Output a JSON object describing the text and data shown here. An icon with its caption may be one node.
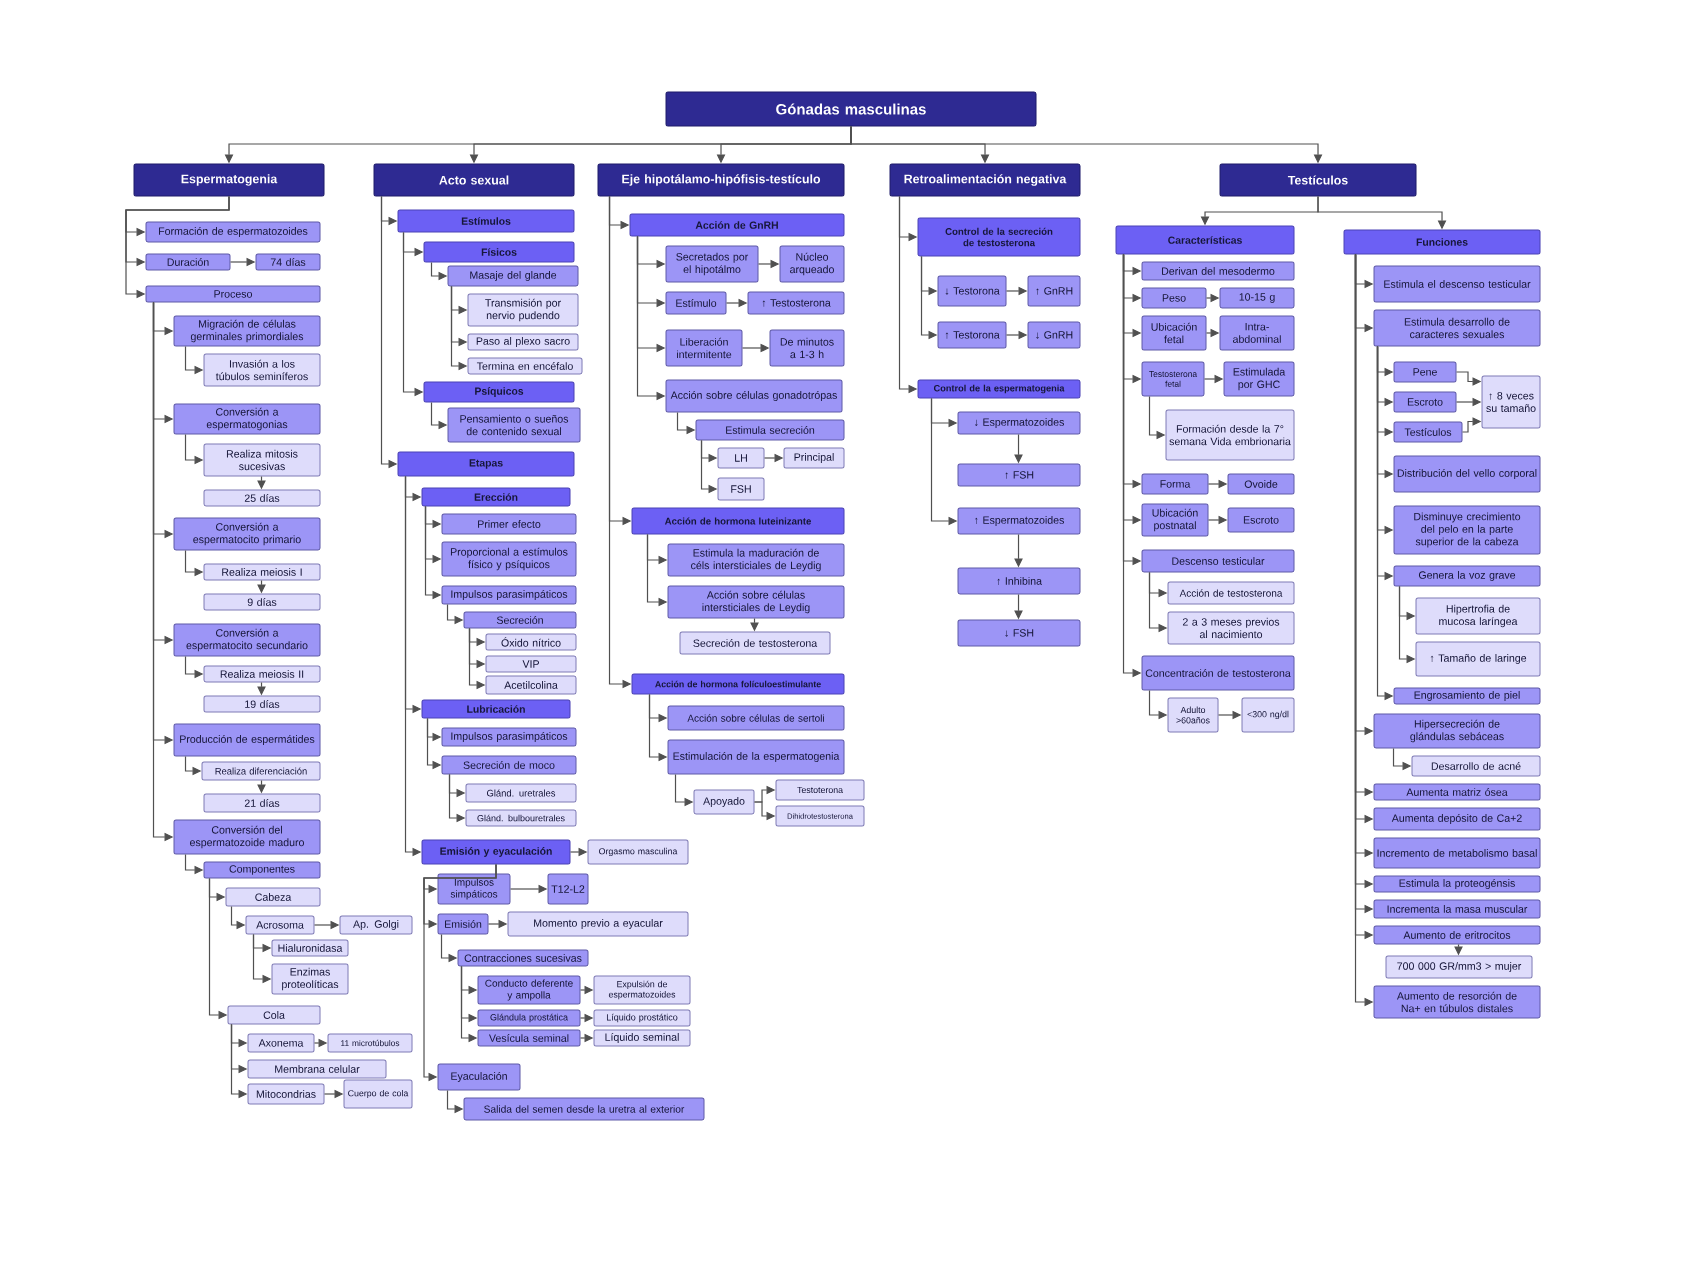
{
  "diagram": {
    "nodes": [
      {
        "text": [
          "Gónadas masculinas"
        ]
      },
      {
        "text": [
          "Espermatogenia"
        ]
      },
      {
        "text": [
          "Formación de espermatozoides"
        ]
      },
      {
        "text": [
          "Duración"
        ]
      },
      {
        "text": [
          "74 días"
        ]
      },
      {
        "text": [
          "Proceso"
        ]
      },
      {
        "text": [
          "Migración de células germinales primordiales"
        ]
      },
      {
        "text": [
          "Invasión a los túbulos seminíferos"
        ]
      },
      {
        "text": [
          "Conversión a espermatogonias"
        ]
      },
      {
        "text": [
          "Realiza mitosis sucesivas"
        ]
      },
      {
        "text": [
          "25 días"
        ]
      },
      {
        "text": [
          "Conversión a espermatocito primario"
        ]
      },
      {
        "text": [
          "Realiza meiosis I"
        ]
      },
      {
        "text": [
          "9 días"
        ]
      },
      {
        "text": [
          "Conversión a espermatocito secundario"
        ]
      },
      {
        "text": [
          "Realiza meiosis II"
        ]
      },
      {
        "text": [
          "19 días"
        ]
      },
      {
        "text": [
          "Producción de espermátides"
        ]
      },
      {
        "text": [
          "Realiza diferenciación"
        ]
      },
      {
        "text": [
          "21 días"
        ]
      },
      {
        "text": [
          "Conversión del espermatozoide maduro"
        ]
      },
      {
        "text": [
          "Componentes"
        ]
      },
      {
        "text": [
          "Cabeza"
        ]
      },
      {
        "text": [
          "Acrosoma"
        ]
      },
      {
        "text": [
          "Ap. Golgi"
        ]
      },
      {
        "text": [
          "Hialuronidasa"
        ]
      },
      {
        "text": [
          "Enzimas proteolíticas"
        ]
      },
      {
        "text": [
          "Cola"
        ]
      },
      {
        "text": [
          "Axonema"
        ]
      },
      {
        "text": [
          "11 microtúbulos"
        ]
      },
      {
        "text": [
          "Membrana celular"
        ]
      },
      {
        "text": [
          "Mitocondrias"
        ]
      },
      {
        "text": [
          "Cuerpo de cola"
        ]
      },
      {
        "text": [
          "Acto sexual"
        ]
      },
      {
        "text": [
          "Estímulos"
        ]
      },
      {
        "text": [
          "Físicos"
        ]
      },
      {
        "text": [
          "Masaje del glande"
        ]
      },
      {
        "text": [
          "Transmisión por nervio pudendo"
        ]
      },
      {
        "text": [
          "Paso al plexo sacro"
        ]
      },
      {
        "text": [
          "Termina en encéfalo"
        ]
      },
      {
        "text": [
          "Psíquicos"
        ]
      },
      {
        "text": [
          "Pensamiento o sueños de contenido sexual"
        ]
      },
      {
        "text": [
          "Etapas"
        ]
      },
      {
        "text": [
          "Erección"
        ]
      },
      {
        "text": [
          "Primer efecto"
        ]
      },
      {
        "text": [
          "Proporcional a estímulos físico y psíquicos"
        ]
      },
      {
        "text": [
          "Impulsos parasimpáticos"
        ]
      },
      {
        "text": [
          "Secreción"
        ]
      },
      {
        "text": [
          "Óxido nítrico"
        ]
      },
      {
        "text": [
          "VIP"
        ]
      },
      {
        "text": [
          "Acetilcolina"
        ]
      },
      {
        "text": [
          "Lubricación"
        ]
      },
      {
        "text": [
          "Impulsos parasimpáticos"
        ]
      },
      {
        "text": [
          "Secreción de moco"
        ]
      },
      {
        "text": [
          "Glánd. uretrales"
        ]
      },
      {
        "text": [
          "Glánd. bulbouretrales"
        ]
      },
      {
        "text": [
          "Emisión y eyaculación"
        ]
      },
      {
        "text": [
          "Orgasmo masculina"
        ]
      },
      {
        "text": [
          "Impulsos simpáticos"
        ]
      },
      {
        "text": [
          "T12-L2"
        ]
      },
      {
        "text": [
          "Emisión"
        ]
      },
      {
        "text": [
          "Momento previo a eyacular"
        ]
      },
      {
        "text": [
          "Contracciones sucesivas"
        ]
      },
      {
        "text": [
          "Conducto deferente y ampolla"
        ]
      },
      {
        "text": [
          "Expulsión de espermatozoides"
        ]
      },
      {
        "text": [
          "Glándula prostática"
        ]
      },
      {
        "text": [
          "Líquido prostático"
        ]
      },
      {
        "text": [
          "Vesícula seminal"
        ]
      },
      {
        "text": [
          "Líquido seminal"
        ]
      },
      {
        "text": [
          "Eyaculación"
        ]
      },
      {
        "text": [
          "Salida del semen desde la uretra al exterior"
        ]
      },
      {
        "text": [
          "Eje hipotálamo-hipófisis-testículo"
        ]
      },
      {
        "text": [
          "Acción de GnRH"
        ]
      },
      {
        "text": [
          "Secretados por el hipotálmo"
        ]
      },
      {
        "text": [
          "Núcleo arqueado"
        ]
      },
      {
        "text": [
          "Estímulo"
        ]
      },
      {
        "text": [
          "**↑** Testosterona"
        ]
      },
      {
        "text": [
          "Liberación intermitente"
        ]
      },
      {
        "text": [
          "De minutos a 1-3 h"
        ]
      },
      {
        "text": [
          "Acción sobre células gonadotrópas"
        ]
      },
      {
        "text": [
          "Estimula secreción"
        ]
      },
      {
        "text": [
          "LH"
        ]
      },
      {
        "text": [
          "Principal"
        ]
      },
      {
        "text": [
          "FSH"
        ]
      },
      {
        "text": [
          "Acción de hormona luteinizante"
        ]
      },
      {
        "text": [
          "Estimula la maduración de céls intersticiales de Leydig"
        ]
      },
      {
        "text": [
          "Acción sobre células intersticiales de Leydig"
        ]
      },
      {
        "text": [
          "Secreción de testosterona"
        ]
      },
      {
        "text": [
          "Acción de hormona folículoestimulante"
        ]
      },
      {
        "text": [
          "Acción sobre células de sertoli"
        ]
      },
      {
        "text": [
          "Estimulación de la espermatogenia"
        ]
      },
      {
        "text": [
          "Apoyado"
        ]
      },
      {
        "text": [
          "Testoterona"
        ]
      },
      {
        "text": [
          "Dihidrotestosterona"
        ]
      },
      {
        "text": [
          "Retroalimentación negativa"
        ]
      },
      {
        "text": [
          "Control de la secreción de testosterona"
        ]
      },
      {
        "text": [
          "**↓** Testorona"
        ]
      },
      {
        "text": [
          "**↑** GnRH"
        ]
      },
      {
        "text": [
          "**↑** Testorona"
        ]
      },
      {
        "text": [
          "**↓** GnRH"
        ]
      },
      {
        "text": [
          "Control de la espermatogenia"
        ]
      },
      {
        "text": [
          "**↓** Espermatozoides"
        ]
      },
      {
        "text": [
          "**↑** FSH"
        ]
      },
      {
        "text": [
          "**↑** Espermatozoides"
        ]
      },
      {
        "text": [
          "**↑** Inhibina"
        ]
      },
      {
        "text": [
          "**↓** FSH"
        ]
      },
      {
        "text": [
          "Testículos"
        ]
      },
      {
        "text": [
          "Características"
        ]
      },
      {
        "text": [
          "Derivan del mesodermo"
        ]
      },
      {
        "text": [
          "Peso"
        ]
      },
      {
        "text": [
          "10-15 g"
        ]
      },
      {
        "text": [
          "Ubicación fetal"
        ]
      },
      {
        "text": [
          "Intra-abdominal"
        ]
      },
      {
        "text": [
          "Testosterona fetal"
        ]
      },
      {
        "text": [
          "Estimulada por GHC"
        ]
      },
      {
        "text": [
          "Formación desde la 7° semana Vida embrionaria"
        ]
      },
      {
        "text": [
          "Forma"
        ]
      },
      {
        "text": [
          "Ovoide"
        ]
      },
      {
        "text": [
          "Ubicación postnatal"
        ]
      },
      {
        "text": [
          "Escroto"
        ]
      },
      {
        "text": [
          "Descenso testicular"
        ]
      },
      {
        "text": [
          "Acción de testosterona"
        ]
      },
      {
        "text": [
          "2 a 3 meses previos al nacimiento"
        ]
      },
      {
        "text": [
          "Concentración de testosterona"
        ]
      },
      {
        "text": [
          "Adulto >60años"
        ]
      },
      {
        "text": [
          "<300 ng/dl"
        ]
      },
      {
        "text": [
          "Funciones"
        ]
      },
      {
        "text": [
          "Estimula el descenso testicular"
        ]
      },
      {
        "text": [
          "Estimula desarrollo de caracteres sexuales"
        ]
      },
      {
        "text": [
          "Pene"
        ]
      },
      {
        "text": [
          "Escroto"
        ]
      },
      {
        "text": [
          "Testículos"
        ]
      },
      {
        "text": [
          "**↑** 8 veces su tamaño"
        ]
      },
      {
        "text": [
          "Distribución del vello corporal"
        ]
      },
      {
        "text": [
          "Disminuye crecimiento del pelo en la parte superior de la cabeza"
        ]
      },
      {
        "text": [
          "Genera la voz grave"
        ]
      },
      {
        "text": [
          "Hipertrofia de mucosa laríngea"
        ]
      },
      {
        "text": [
          "**↑** Tamaño de laringe"
        ]
      },
      {
        "text": [
          "Engrosamiento de piel"
        ]
      },
      {
        "text": [
          "Hipersecreción de glándulas sebáceas"
        ]
      },
      {
        "text": [
          "Desarrollo de acné"
        ]
      },
      {
        "text": [
          "Aumenta matriz ósea"
        ]
      },
      {
        "text": [
          "Aumenta depósito de Ca+2"
        ]
      },
      {
        "text": [
          "Incremento de metabolismo basal"
        ]
      },
      {
        "text": [
          "Estimula la proteogénsis"
        ]
      },
      {
        "text": [
          "Incrementa la masa muscular"
        ]
      },
      {
        "text": [
          "Aumento de eritrocitos"
        ]
      },
      {
        "text": [
          "700 000 GR/mm3 > mujer"
        ]
      },
      {
        "text": [
          "Aumento de resorción de Na+ en túbulos distales"
        ]
      }
    ],
    "edges": [
      {
        "from": 0,
        "to": 1,
        "arrow": "to"
      },
      {
        "from": 0,
        "to": 33,
        "arrow": "to"
      },
      {
        "from": 0,
        "to": 71,
        "arrow": "to"
      },
      {
        "from": 0,
        "to": 94,
        "arrow": "to"
      },
      {
        "from": 0,
        "to": 106,
        "arrow": "to"
      },
      {
        "from": 1,
        "to": 2,
        "arrow": "to"
      },
      {
        "from": 1,
        "to": 3,
        "arrow": "to"
      },
      {
        "from": 1,
        "to": 5,
        "arrow": "to"
      },
      {
        "from": 3,
        "to": 4,
        "arrow": "to"
      },
      {
        "from": 5,
        "to": 6,
        "arrow": "to"
      },
      {
        "from": 5,
        "to": 8,
        "arrow": "to"
      },
      {
        "from": 5,
        "to": 11,
        "arrow": "to"
      },
      {
        "from": 5,
        "to": 14,
        "arrow": "to"
      },
      {
        "from": 5,
        "to": 17,
        "arrow": "to"
      },
      {
        "from": 5,
        "to": 20,
        "arrow": "to"
      },
      {
        "from": 6,
        "to": 7,
        "arrow": "to"
      },
      {
        "from": 8,
        "to": 9,
        "arrow": "to"
      },
      {
        "from": 9,
        "to": 10,
        "arrow": "to"
      },
      {
        "from": 11,
        "to": 12,
        "arrow": "to"
      },
      {
        "from": 12,
        "to": 13,
        "arrow": "to"
      },
      {
        "from": 14,
        "to": 15,
        "arrow": "to"
      },
      {
        "from": 15,
        "to": 16,
        "arrow": "to"
      },
      {
        "from": 17,
        "to": 18,
        "arrow": "to"
      },
      {
        "from": 18,
        "to": 19,
        "arrow": "to"
      },
      {
        "from": 20,
        "to": 21,
        "arrow": "to"
      },
      {
        "from": 21,
        "to": 22,
        "arrow": "to"
      },
      {
        "from": 21,
        "to": 27,
        "arrow": "to"
      },
      {
        "from": 22,
        "to": 23,
        "arrow": "to"
      },
      {
        "from": 23,
        "to": 24,
        "arrow": "to"
      },
      {
        "from": 23,
        "to": 25,
        "arrow": "to"
      },
      {
        "from": 23,
        "to": 26,
        "arrow": "to"
      },
      {
        "from": 27,
        "to": 28,
        "arrow": "to"
      },
      {
        "from": 27,
        "to": 30,
        "arrow": "to"
      },
      {
        "from": 27,
        "to": 31,
        "arrow": "to"
      },
      {
        "from": 28,
        "to": 29,
        "arrow": "to"
      },
      {
        "from": 31,
        "to": 32,
        "arrow": "to"
      },
      {
        "from": 33,
        "to": 34,
        "arrow": "to"
      },
      {
        "from": 33,
        "to": 42,
        "arrow": "to"
      },
      {
        "from": 34,
        "to": 35,
        "arrow": "to"
      },
      {
        "from": 34,
        "to": 40,
        "arrow": "to"
      },
      {
        "from": 35,
        "to": 36,
        "arrow": "to"
      },
      {
        "from": 36,
        "to": 37,
        "arrow": "to"
      },
      {
        "from": 36,
        "to": 38,
        "arrow": "to"
      },
      {
        "from": 36,
        "to": 39,
        "arrow": "to"
      },
      {
        "from": 40,
        "to": 41,
        "arrow": "to"
      },
      {
        "from": 42,
        "to": 43,
        "arrow": "to"
      },
      {
        "from": 42,
        "to": 51,
        "arrow": "to"
      },
      {
        "from": 42,
        "to": 56,
        "arrow": "to"
      },
      {
        "from": 43,
        "to": 44,
        "arrow": "to"
      },
      {
        "from": 43,
        "to": 45,
        "arrow": "to"
      },
      {
        "from": 43,
        "to": 46,
        "arrow": "to"
      },
      {
        "from": 46,
        "to": 47,
        "arrow": "to"
      },
      {
        "from": 47,
        "to": 48,
        "arrow": "to"
      },
      {
        "from": 47,
        "to": 49,
        "arrow": "to"
      },
      {
        "from": 47,
        "to": 50,
        "arrow": "to"
      },
      {
        "from": 51,
        "to": 52,
        "arrow": "to"
      },
      {
        "from": 51,
        "to": 53,
        "arrow": "to"
      },
      {
        "from": 53,
        "to": 54,
        "arrow": "to"
      },
      {
        "from": 53,
        "to": 55,
        "arrow": "to"
      },
      {
        "from": 56,
        "to": 57,
        "arrow": "to"
      },
      {
        "from": 56,
        "to": 58,
        "arrow": "to"
      },
      {
        "from": 56,
        "to": 60,
        "arrow": "to"
      },
      {
        "from": 56,
        "to": 69,
        "arrow": "to"
      },
      {
        "from": 58,
        "to": 59,
        "arrow": "to"
      },
      {
        "from": 60,
        "to": 61,
        "arrow": "to"
      },
      {
        "from": 60,
        "to": 62,
        "arrow": "to"
      },
      {
        "from": 62,
        "to": 63,
        "arrow": "to"
      },
      {
        "from": 62,
        "to": 65,
        "arrow": "to"
      },
      {
        "from": 62,
        "to": 67,
        "arrow": "to"
      },
      {
        "from": 63,
        "to": 64,
        "arrow": "to"
      },
      {
        "from": 65,
        "to": 66,
        "arrow": "to"
      },
      {
        "from": 67,
        "to": 68,
        "arrow": "to"
      },
      {
        "from": 69,
        "to": 70,
        "arrow": "to"
      },
      {
        "from": 71,
        "to": 72,
        "arrow": "to"
      },
      {
        "from": 71,
        "to": 84,
        "arrow": "to"
      },
      {
        "from": 71,
        "to": 88,
        "arrow": "to"
      },
      {
        "from": 72,
        "to": 73,
        "arrow": "to"
      },
      {
        "from": 72,
        "to": 75,
        "arrow": "to"
      },
      {
        "from": 72,
        "to": 77,
        "arrow": "to"
      },
      {
        "from": 72,
        "to": 79,
        "arrow": "to"
      },
      {
        "from": 73,
        "to": 74,
        "arrow": "to"
      },
      {
        "from": 75,
        "to": 76,
        "arrow": "to"
      },
      {
        "from": 77,
        "to": 78,
        "arrow": "to"
      },
      {
        "from": 79,
        "to": 80,
        "arrow": "to"
      },
      {
        "from": 80,
        "to": 81,
        "arrow": "to"
      },
      {
        "from": 80,
        "to": 83,
        "arrow": "to"
      },
      {
        "from": 81,
        "to": 82,
        "arrow": "to"
      },
      {
        "from": 84,
        "to": 85,
        "arrow": "to"
      },
      {
        "from": 84,
        "to": 86,
        "arrow": "to"
      },
      {
        "from": 86,
        "to": 87,
        "arrow": "to"
      },
      {
        "from": 88,
        "to": 89,
        "arrow": "to"
      },
      {
        "from": 88,
        "to": 90,
        "arrow": "to"
      },
      {
        "from": 90,
        "to": 91,
        "arrow": "to"
      },
      {
        "from": 91,
        "to": 92,
        "arrow": "to"
      },
      {
        "from": 91,
        "to": 93,
        "arrow": "to"
      },
      {
        "from": 94,
        "to": 95,
        "arrow": "to"
      },
      {
        "from": 94,
        "to": 100,
        "arrow": "to"
      },
      {
        "from": 95,
        "to": 96,
        "arrow": "to"
      },
      {
        "from": 95,
        "to": 98,
        "arrow": "to"
      },
      {
        "from": 96,
        "to": 97,
        "arrow": "to"
      },
      {
        "from": 98,
        "to": 99,
        "arrow": "to"
      },
      {
        "from": 100,
        "to": 101,
        "arrow": "to"
      },
      {
        "from": 100,
        "to": 103,
        "arrow": "to"
      },
      {
        "from": 101,
        "to": 102,
        "arrow": "to"
      },
      {
        "from": 103,
        "to": 104,
        "arrow": "to"
      },
      {
        "from": 104,
        "to": 105,
        "arrow": "to"
      },
      {
        "from": 106,
        "to": 107,
        "arrow": "to"
      },
      {
        "from": 106,
        "to": 126,
        "arrow": "to"
      },
      {
        "from": 107,
        "to": 108,
        "arrow": "to"
      },
      {
        "from": 107,
        "to": 109,
        "arrow": "to"
      },
      {
        "from": 107,
        "to": 111,
        "arrow": "to"
      },
      {
        "from": 107,
        "to": 113,
        "arrow": "to"
      },
      {
        "from": 107,
        "to": 116,
        "arrow": "to"
      },
      {
        "from": 107,
        "to": 118,
        "arrow": "to"
      },
      {
        "from": 107,
        "to": 120,
        "arrow": "to"
      },
      {
        "from": 107,
        "to": 123,
        "arrow": "to"
      },
      {
        "from": 109,
        "to": 110,
        "arrow": "to"
      },
      {
        "from": 111,
        "to": 112,
        "arrow": "to"
      },
      {
        "from": 113,
        "to": 114,
        "arrow": "to"
      },
      {
        "from": 113,
        "to": 115,
        "arrow": "to"
      },
      {
        "from": 116,
        "to": 117,
        "arrow": "to"
      },
      {
        "from": 118,
        "to": 119,
        "arrow": "to"
      },
      {
        "from": 120,
        "to": 121,
        "arrow": "to"
      },
      {
        "from": 120,
        "to": 122,
        "arrow": "to"
      },
      {
        "from": 123,
        "to": 124,
        "arrow": "to"
      },
      {
        "from": 124,
        "to": 125,
        "arrow": "to"
      },
      {
        "from": 126,
        "to": 127,
        "arrow": "to"
      },
      {
        "from": 126,
        "to": 128,
        "arrow": "to"
      },
      {
        "from": 126,
        "to": 139,
        "arrow": "to"
      },
      {
        "from": 126,
        "to": 141,
        "arrow": "to"
      },
      {
        "from": 126,
        "to": 142,
        "arrow": "to"
      },
      {
        "from": 126,
        "to": 143,
        "arrow": "to"
      },
      {
        "from": 126,
        "to": 144,
        "arrow": "to"
      },
      {
        "from": 126,
        "to": 145,
        "arrow": "to"
      },
      {
        "from": 126,
        "to": 146,
        "arrow": "to"
      },
      {
        "from": 126,
        "to": 148,
        "arrow": "to"
      },
      {
        "from": 128,
        "to": 129,
        "arrow": "to"
      },
      {
        "from": 128,
        "to": 130,
        "arrow": "to"
      },
      {
        "from": 128,
        "to": 131,
        "arrow": "to"
      },
      {
        "from": 128,
        "to": 133,
        "arrow": "to"
      },
      {
        "from": 128,
        "to": 134,
        "arrow": "to"
      },
      {
        "from": 128,
        "to": 135,
        "arrow": "to"
      },
      {
        "from": 128,
        "to": 138,
        "arrow": "to"
      },
      {
        "from": 129,
        "to": 132,
        "arrow": "to"
      },
      {
        "from": 130,
        "to": 132,
        "arrow": "to"
      },
      {
        "from": 131,
        "to": 132,
        "arrow": "to"
      },
      {
        "from": 135,
        "to": 136,
        "arrow": "to"
      },
      {
        "from": 135,
        "to": 137,
        "arrow": "to"
      },
      {
        "from": 139,
        "to": 140,
        "arrow": "to"
      },
      {
        "from": 146,
        "to": 147,
        "arrow": "to"
      }
    ]
  }
}
